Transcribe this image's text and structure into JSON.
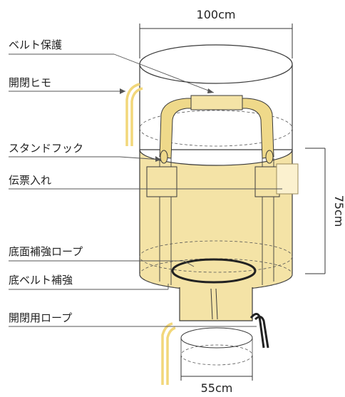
{
  "colors": {
    "bag_fill": "#f4e3a6",
    "bag_stroke": "#3a3a3a",
    "belt_fill": "#efd98a",
    "rope_light": "#f2d77a",
    "rope_dark": "#222222",
    "label_line": "#555555",
    "ticket_pocket": "#fbf1cf"
  },
  "dimensions": {
    "width": "100cm",
    "height": "75cm",
    "spout_width": "55cm"
  },
  "labels": {
    "belt_protection": "ベルト保護",
    "open_close_string": "開閉ヒモ",
    "stand_hook": "スタンドフック",
    "ticket_pocket": "伝票入れ",
    "bottom_reinforcement_rope": "底面補強ロープ",
    "bottom_belt_reinforcement": "底ベルト補強",
    "open_close_rope": "開閉用ロープ"
  }
}
